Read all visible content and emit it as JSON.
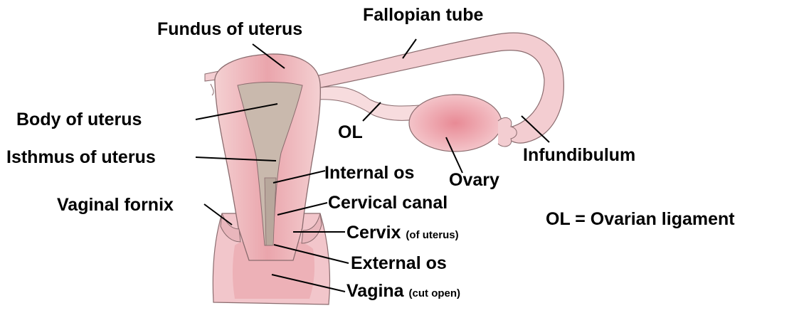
{
  "labels": {
    "fundus": "Fundus of uterus",
    "fallopian_tube": "Fallopian tube",
    "body": "Body of uterus",
    "ol": "OL",
    "isthmus": "Isthmus of uterus",
    "infundibulum": "Infundibulum",
    "internal_os": "Internal os",
    "ovary": "Ovary",
    "vaginal_fornix": "Vaginal fornix",
    "cervical_canal": "Cervical canal",
    "ol_legend": "OL = Ovarian ligament",
    "cervix": "Cervix",
    "cervix_note": "(of uterus)",
    "external_os": "External os",
    "vagina": "Vagina",
    "vagina_note": "(cut open)"
  },
  "colors": {
    "tissue_light": "#f6d6d8",
    "tissue_mid": "#eba8ae",
    "tissue_dark": "#d87a86",
    "cavity": "#c9b9ad",
    "outline": "#8a6b6e",
    "leader": "#000000"
  }
}
